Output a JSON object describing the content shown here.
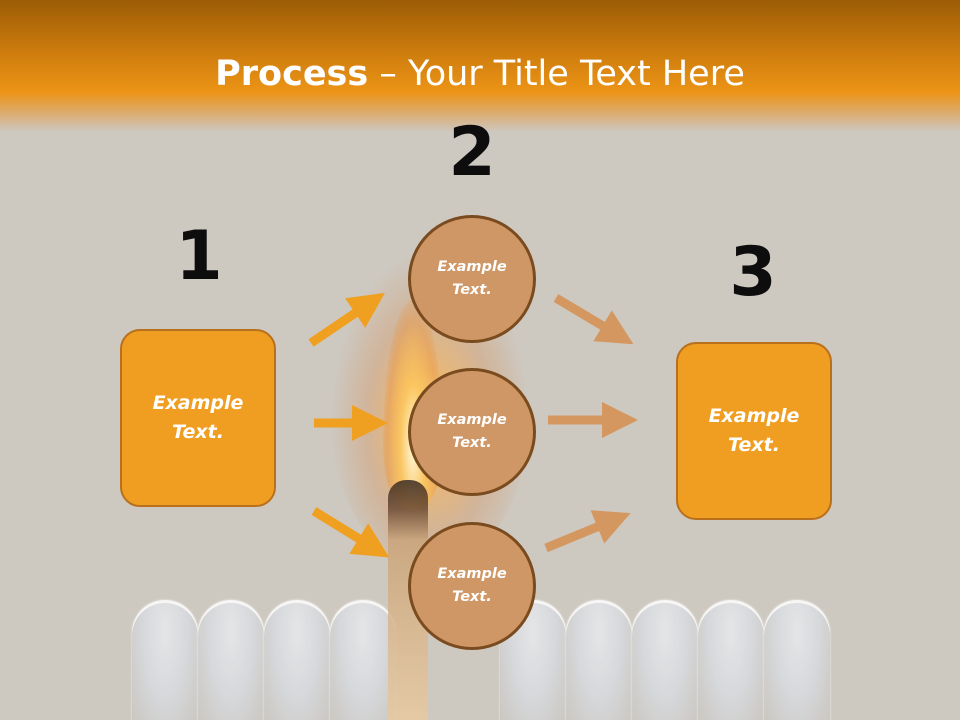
{
  "title": {
    "bold": "Process",
    "rest": " – Your Title Text Here"
  },
  "steps": {
    "one": {
      "number": "1",
      "text1": "Example",
      "text2": "Text."
    },
    "two": {
      "number": "2",
      "circles": [
        {
          "text1": "Example",
          "text2": "Text."
        },
        {
          "text1": "Example",
          "text2": "Text."
        },
        {
          "text1": "Example",
          "text2": "Text."
        }
      ]
    },
    "three": {
      "number": "3",
      "text1": "Example",
      "text2": "Text."
    }
  },
  "colors": {
    "header": "#ec9416",
    "box_fill": "#f09e21",
    "circle_fill": "#cf9765",
    "arrow_left": "#f0a020",
    "arrow_right": "#d4975f"
  }
}
